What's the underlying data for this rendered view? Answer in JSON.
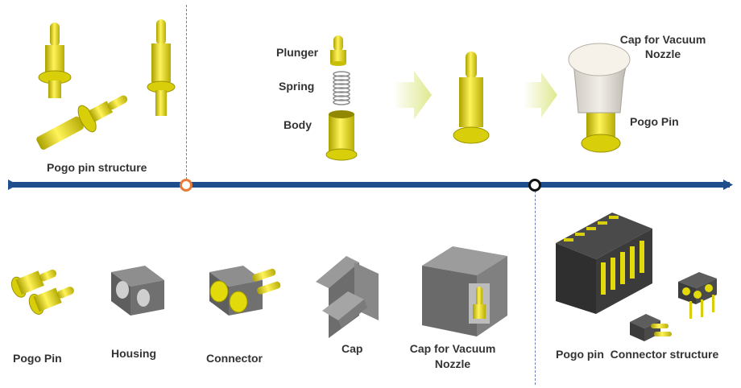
{
  "colors": {
    "timeline": "#1f4e8c",
    "pin_yellow": "#ede413",
    "housing_gray": "#6d6d6d",
    "marker_orange": "#e87b38",
    "marker_black": "#111111",
    "arrow_yellow": "#e9f0a6"
  },
  "top": {
    "pogo_structure": {
      "label": "Pogo pin  structure"
    },
    "exploded": {
      "plunger": "Plunger",
      "spring": "Spring",
      "body": "Body"
    },
    "assembly": {
      "cap_line1": "Cap for Vacuum",
      "cap_line2": "Nozzle",
      "pogo_pin": "Pogo Pin"
    }
  },
  "bottom": {
    "items": [
      {
        "label": "Pogo Pin"
      },
      {
        "label": "Housing"
      },
      {
        "label": "Connector"
      },
      {
        "label": "Cap"
      },
      {
        "label_line1": "Cap for Vacuum",
        "label_line2": "Nozzle"
      }
    ],
    "connector_structure": {
      "label": "Pogo pin  Connector structure"
    }
  }
}
